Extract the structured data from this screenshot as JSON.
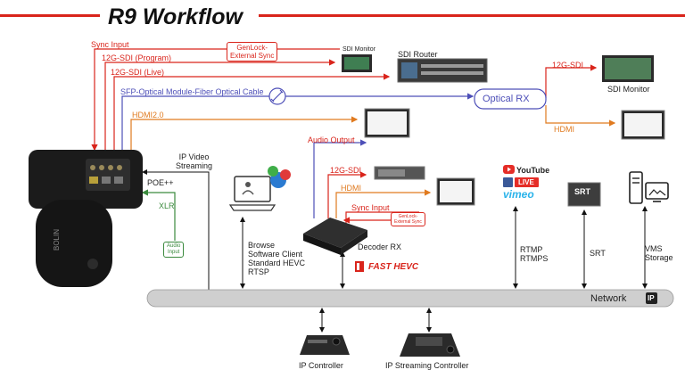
{
  "title": "R9 Workflow",
  "colors": {
    "red": "#d9241b",
    "blue": "#4d4fb8",
    "orange": "#e07a1f",
    "green": "#3b8a3e",
    "network": "#cfcfcf"
  },
  "signals": {
    "sync_input": "Sync Input",
    "sdi_program": "12G-SDI (Program)",
    "sdi_live": "12G-SDI (Live)",
    "sfp": "SFP-Optical Module-Fiber Optical Cable",
    "hdmi20": "HDMI2.0",
    "genlock": "GenLock-\nExternal Sync",
    "optical_rx": "Optical RX",
    "rx_sdi": "12G-SDI",
    "rx_hdmi": "HDMI",
    "ip_video": "IP Video\nStreaming",
    "poe": "POE++",
    "xlr": "XLR",
    "audio_input": "Audio\nInput"
  },
  "devices": {
    "sdi_monitor_small": "SDI Monitor",
    "sdi_router": "SDI Router",
    "sdi_monitor_right": "SDI Monitor",
    "camera_brand": "BOLIN"
  },
  "decoder": {
    "audio_output": "Audio Output",
    "sdi": "12G-SDI",
    "hdmi": "HDMI",
    "sync_input": "Sync Input",
    "genlock": "GenLock-\nExternal Sync",
    "label": "Decoder RX",
    "fast_hevc": "FAST HEVC"
  },
  "clients": {
    "browse": "Browse\nSoftware Client\nStandard HEVC\nRTSP",
    "youtube": "YouTube",
    "facebook_live": "LIVE",
    "vimeo": "vimeo",
    "rtmp": "RTMP\nRTMPS",
    "srt_logo": "SRT",
    "srt": "SRT",
    "vms": "VMS\nStorage"
  },
  "network": {
    "label": "Network",
    "badge": "IP"
  },
  "controllers": {
    "ip_controller": "IP Controller",
    "ip_streaming_controller": "IP Streaming Controller"
  }
}
